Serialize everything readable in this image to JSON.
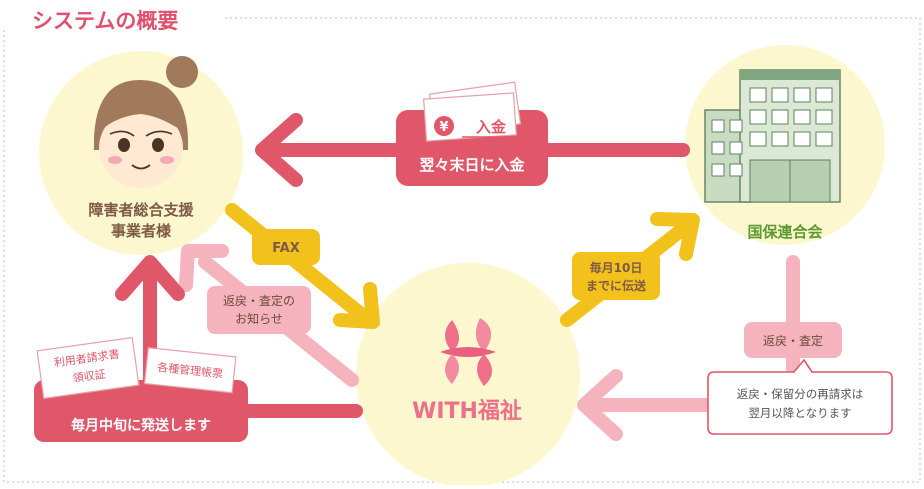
{
  "title": "システムの概要",
  "nodes": {
    "office_line1": "障害者総合支援",
    "office_line2": "事業者様",
    "federation": "国保連合会",
    "center": "WITH福祉"
  },
  "labels": {
    "payment_chip": "翌々末日に入金",
    "deposit_slip": "入金",
    "yen": "¥",
    "fax": "FAX",
    "monthly_line1": "毎月10日",
    "monthly_line2": "までに伝送",
    "return_notice_line1": "返戻・査定の",
    "return_notice_line2": "お知らせ",
    "return_assess": "返戻・査定",
    "note_line1": "返戻・保留分の再請求は",
    "note_line2": "翌月以降となります",
    "send_mid_month": "毎月中旬に発送します",
    "doc1_line1": "利用者請求書",
    "doc1_line2": "領収証",
    "doc2": "各種管理帳票"
  },
  "colors": {
    "title": "#e0506e",
    "accent_red": "#e0576a",
    "accent_pink": "#f5b3bd",
    "accent_yellow": "#f3c11b",
    "circle": "#fdf7cf",
    "green_text": "#5b9a2e",
    "brown_text": "#7d5a45"
  }
}
